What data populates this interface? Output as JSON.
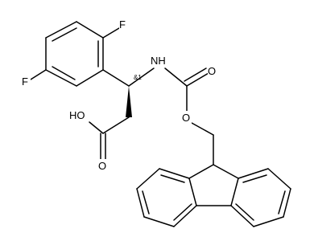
{
  "molecule": {
    "atom_labels": {
      "f_top": "F",
      "f_left": "F",
      "nh": "NH",
      "o_carbonyl": "O",
      "o_ester": "O",
      "oh": "HO",
      "o_acid": "O"
    },
    "stereo_label": "&1"
  }
}
